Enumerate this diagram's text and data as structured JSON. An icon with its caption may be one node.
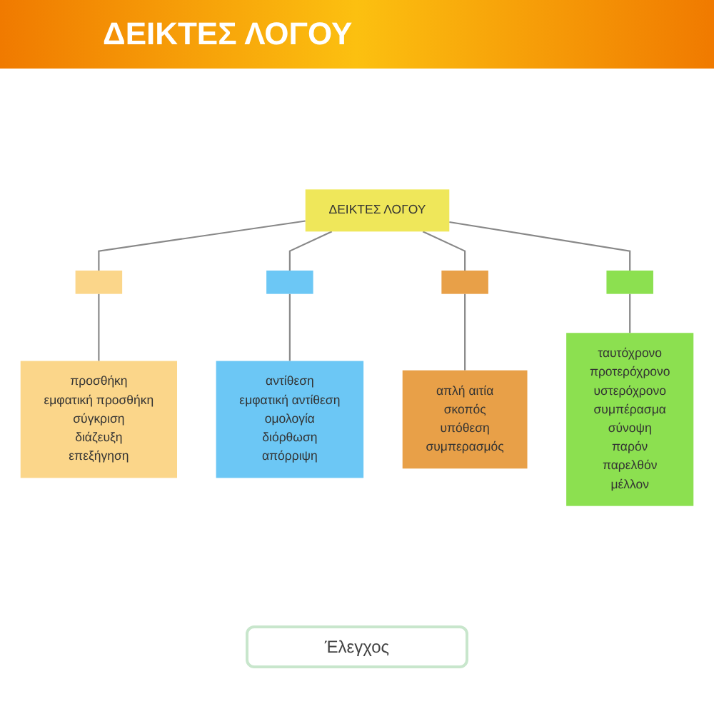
{
  "diagram": {
    "title": "ΔΕΙΚΤΕΣ ΛΟΓΟΥ",
    "nodes": [
      {
        "text": [
          "ΔΕΙΚΤΕΣ ΛΟΓΟΥ"
        ]
      },
      {
        "text": [],
        "shape": "box"
      },
      {
        "text": [],
        "shape": "box"
      },
      {
        "text": [],
        "shape": "box"
      },
      {
        "text": [],
        "shape": "box"
      },
      {
        "text": [
          "προσθήκη",
          "εμφατική προσθήκη",
          "σύγκριση",
          "διάζευξη",
          "επεξήγηση"
        ]
      },
      {
        "text": [
          "αντίθεση",
          "εμφατική αντίθεση",
          "ομολογία",
          "διόρθωση",
          "απόρριψη"
        ]
      },
      {
        "text": [
          "απλή αιτία",
          "σκοπός",
          "υπόθεση",
          "συμπερασμός"
        ]
      },
      {
        "text": [
          "ταυτόχρονο",
          "προτερόχρονο",
          "υστερόχρονο",
          "συμπέρασμα",
          "σύνοψη",
          "παρόν",
          "παρελθόν",
          "μέλλον"
        ]
      }
    ],
    "edges": [
      {
        "from": 0,
        "to": 1,
        "arrow": "none"
      },
      {
        "from": 0,
        "to": 2,
        "arrow": "none"
      },
      {
        "from": 0,
        "to": 3,
        "arrow": "none"
      },
      {
        "from": 0,
        "to": 4,
        "arrow": "none"
      },
      {
        "from": 1,
        "to": 5,
        "arrow": "none"
      },
      {
        "from": 2,
        "to": 6,
        "arrow": "none"
      },
      {
        "from": 3,
        "to": 7,
        "arrow": "none"
      },
      {
        "from": 4,
        "to": 8,
        "arrow": "none"
      }
    ],
    "labels": [
      "Έλεγχος"
    ]
  }
}
